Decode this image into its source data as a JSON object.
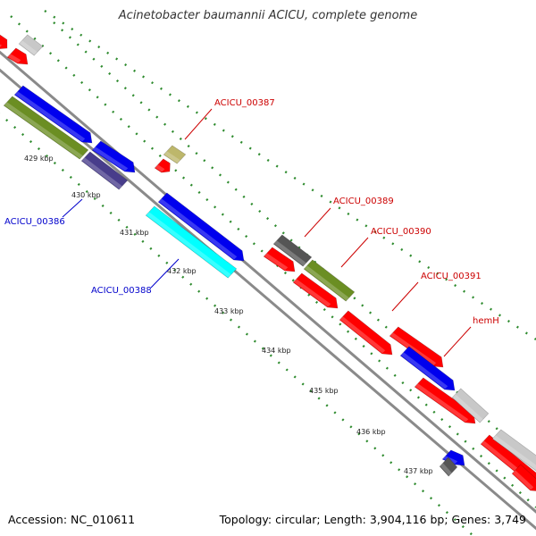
{
  "title": "Acinetobacter baumannii ACICU, complete genome",
  "footer": {
    "accession": "Accession: NC_010611",
    "summary": "Topology: circular; Length: 3,904,116 bp; Genes: 3,749"
  },
  "ticks": [
    "429 kbp",
    "430 kbp",
    "431 kbp",
    "432 kbp",
    "433 kbp",
    "434 kbp",
    "435 kbp",
    "436 kbp",
    "437 kbp"
  ],
  "gene_labels": [
    {
      "name": "ACICU_00387",
      "color": "#cc0000"
    },
    {
      "name": "ACICU_00386",
      "color": "#0000cc"
    },
    {
      "name": "ACICU_00389",
      "color": "#cc0000"
    },
    {
      "name": "ACICU_00390",
      "color": "#cc0000"
    },
    {
      "name": "ACICU_00388",
      "color": "#0000cc"
    },
    {
      "name": "ACICU_00391",
      "color": "#cc0000"
    },
    {
      "name": "hemH",
      "color": "#cc0000"
    }
  ],
  "colors": {
    "backbone": "#8a8a8a",
    "dotted_guide": "#2e8b2e",
    "red": "#ff0000",
    "blue": "#0000ee",
    "olive": "#6b8e23",
    "slate": "#483d8b",
    "khaki": "#bdb76b",
    "cyan": "#00ffff",
    "gray": "#555555",
    "light_gray": "#c8c8c8"
  }
}
